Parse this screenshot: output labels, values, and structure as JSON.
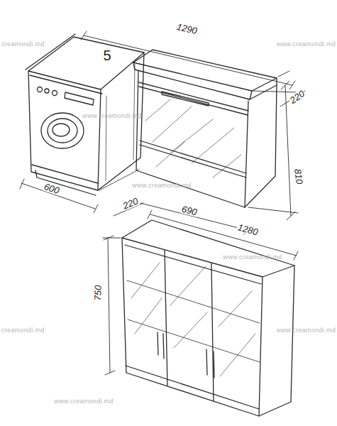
{
  "diagram": {
    "labels": [
      "creamondi.md",
      "www.creamondi.md",
      "1290",
      "5",
      "www.creamondi.md",
      "220",
      "810",
      "600",
      "www.creamondi.md",
      "220",
      "690",
      "1280",
      "www.creamondi.md",
      "750",
      "creamondi.md",
      "www.creamondi.md",
      "www.creamondi.md"
    ]
  }
}
